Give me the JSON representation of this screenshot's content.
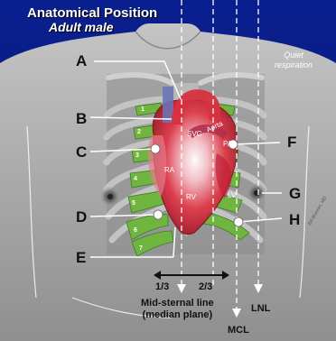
{
  "title": "Anatomical Position",
  "subtitle": "Adult male",
  "respiration_note_line1": "Quiet",
  "respiration_note_line2": "respiration",
  "labels": {
    "A": "A",
    "B": "B",
    "C": "C",
    "D": "D",
    "E": "E",
    "F": "F",
    "G": "G",
    "H": "H"
  },
  "chambers": {
    "svc": "SVC",
    "aorta": "Aorta",
    "pa": "PA",
    "ra": "RA",
    "rv": "RV",
    "lv": "LV"
  },
  "rib_numbers": [
    "1",
    "2",
    "3",
    "4",
    "5",
    "6",
    "7"
  ],
  "fraction_left": "1/3",
  "fraction_right": "2/3",
  "midsternal_line1": "Mid-sternal line",
  "midsternal_line2": "(median plane)",
  "mcl": "MCL",
  "lnl": "LNL",
  "signature": "Bill Brunner, MD",
  "colors": {
    "background_blue": "#0a1f8f",
    "torso_gray": "#a8a8a8",
    "rib_green": "#6fb53f",
    "heart_red": "#d8283a",
    "heart_pink": "#f2a0b0"
  }
}
